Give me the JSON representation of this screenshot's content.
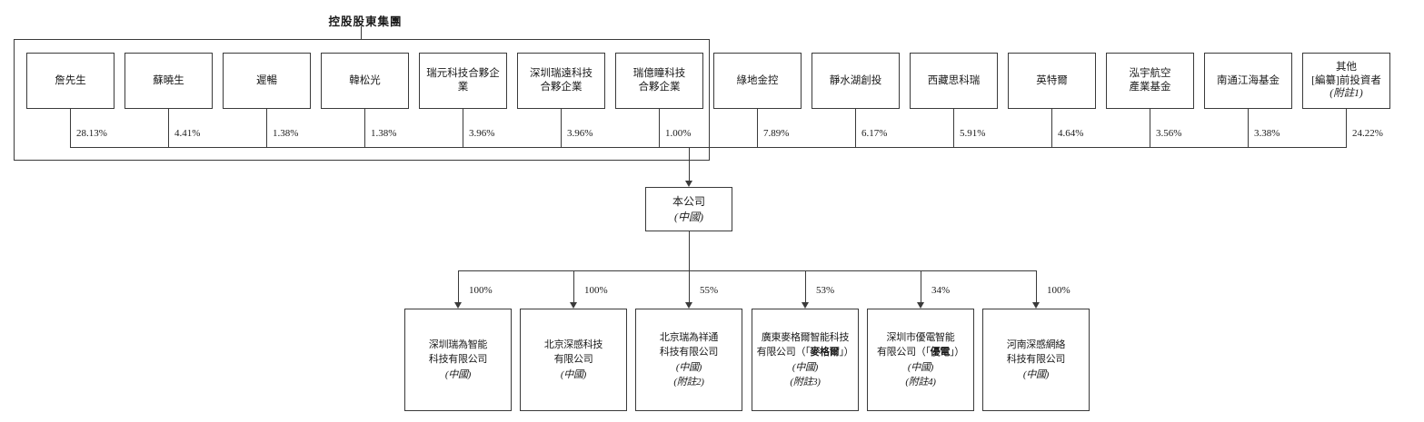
{
  "group": {
    "label": "控股股東集團"
  },
  "company": {
    "name": "本公司",
    "region": "(中國)"
  },
  "shareholders": [
    {
      "name": "詹先生",
      "pct": "28.13%"
    },
    {
      "name": "蘇曉生",
      "pct": "4.41%"
    },
    {
      "name": "遲暢",
      "pct": "1.38%"
    },
    {
      "name": "韓松光",
      "pct": "1.38%"
    },
    {
      "name": "瑞元科技合夥企業",
      "pct": "3.96%"
    },
    {
      "name": "深圳瑞遠科技\n合夥企業",
      "pct": "3.96%"
    },
    {
      "name": "瑞億瞳科技\n合夥企業",
      "pct": "1.00%"
    },
    {
      "name": "綠地金控",
      "pct": "7.89%"
    },
    {
      "name": "靜水湖創投",
      "pct": "6.17%"
    },
    {
      "name": "西藏思科瑞",
      "pct": "5.91%"
    },
    {
      "name": "英特爾",
      "pct": "4.64%"
    },
    {
      "name": "泓宇航空\n產業基金",
      "pct": "3.56%"
    },
    {
      "name": "南通江海基金",
      "pct": "3.38%"
    },
    {
      "name": "其他",
      "name_line2": "[編纂]前投資者",
      "note": "(附註1)",
      "pct": "24.22%"
    }
  ],
  "subsidiaries": [
    {
      "pct": "100%",
      "line1": "深圳瑞為智能",
      "line2": "科技有限公司",
      "region": "(中國)"
    },
    {
      "pct": "100%",
      "line1": "北京深感科技",
      "line2": "有限公司",
      "region": "(中國)"
    },
    {
      "pct": "55%",
      "line1": "北京瑞為祥通",
      "line2": "科技有限公司",
      "region": "(中國)",
      "note": "(附註2)"
    },
    {
      "pct": "53%",
      "line1": "廣東麥格爾智能科技",
      "line2_pre": "有限公司（「",
      "line2_bold": "麥格爾",
      "line2_post": "」）",
      "region": "(中國)",
      "note": "(附註3)"
    },
    {
      "pct": "34%",
      "line1": "深圳市優電智能",
      "line2_pre": "有限公司（「",
      "line2_bold": "優電",
      "line2_post": "」）",
      "region": "(中國)",
      "note": "(附註4)"
    },
    {
      "pct": "100%",
      "line1": "河南深感網絡",
      "line2": "科技有限公司",
      "region": "(中國)"
    }
  ]
}
